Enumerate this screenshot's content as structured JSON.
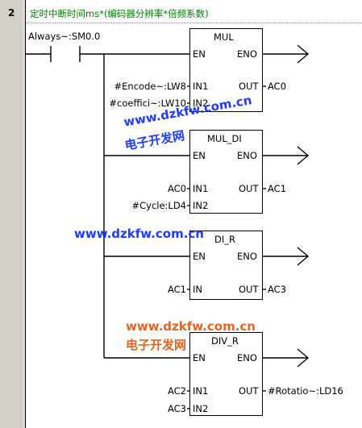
{
  "network": {
    "number": "2",
    "comment": "定时中断时间ms*(编码器分辨率*倍频系数)"
  },
  "contact": {
    "label": "Always~:SM0.0"
  },
  "blocks": [
    {
      "name": "MUL",
      "en": "EN",
      "eno": "ENO",
      "in1_pin": "IN1",
      "in2_pin": "IN2",
      "out_pin": "OUT",
      "in1": "#Encode~:LW8",
      "in2": "#coeffici~:LW10",
      "out": "AC0"
    },
    {
      "name": "MUL_DI",
      "en": "EN",
      "eno": "ENO",
      "in1_pin": "IN1",
      "in2_pin": "IN2",
      "out_pin": "OUT",
      "in1": "AC0",
      "in2": "#Cycle:LD4",
      "out": "AC1"
    },
    {
      "name": "DI_R",
      "en": "EN",
      "eno": "ENO",
      "in_pin": "IN",
      "out_pin": "OUT",
      "in": "AC1",
      "out": "AC3"
    },
    {
      "name": "DIV_R",
      "en": "EN",
      "eno": "ENO",
      "in1_pin": "IN1",
      "in2_pin": "IN2",
      "out_pin": "OUT",
      "in1": "AC2",
      "in2": "AC3",
      "out": "#Rotatio~:LD16"
    }
  ],
  "watermarks": {
    "url": "www.dzkfw.com.cn",
    "cn": "电子开发网",
    "colors": {
      "orange": "#e8641e",
      "blue": "#1e3cff"
    }
  }
}
